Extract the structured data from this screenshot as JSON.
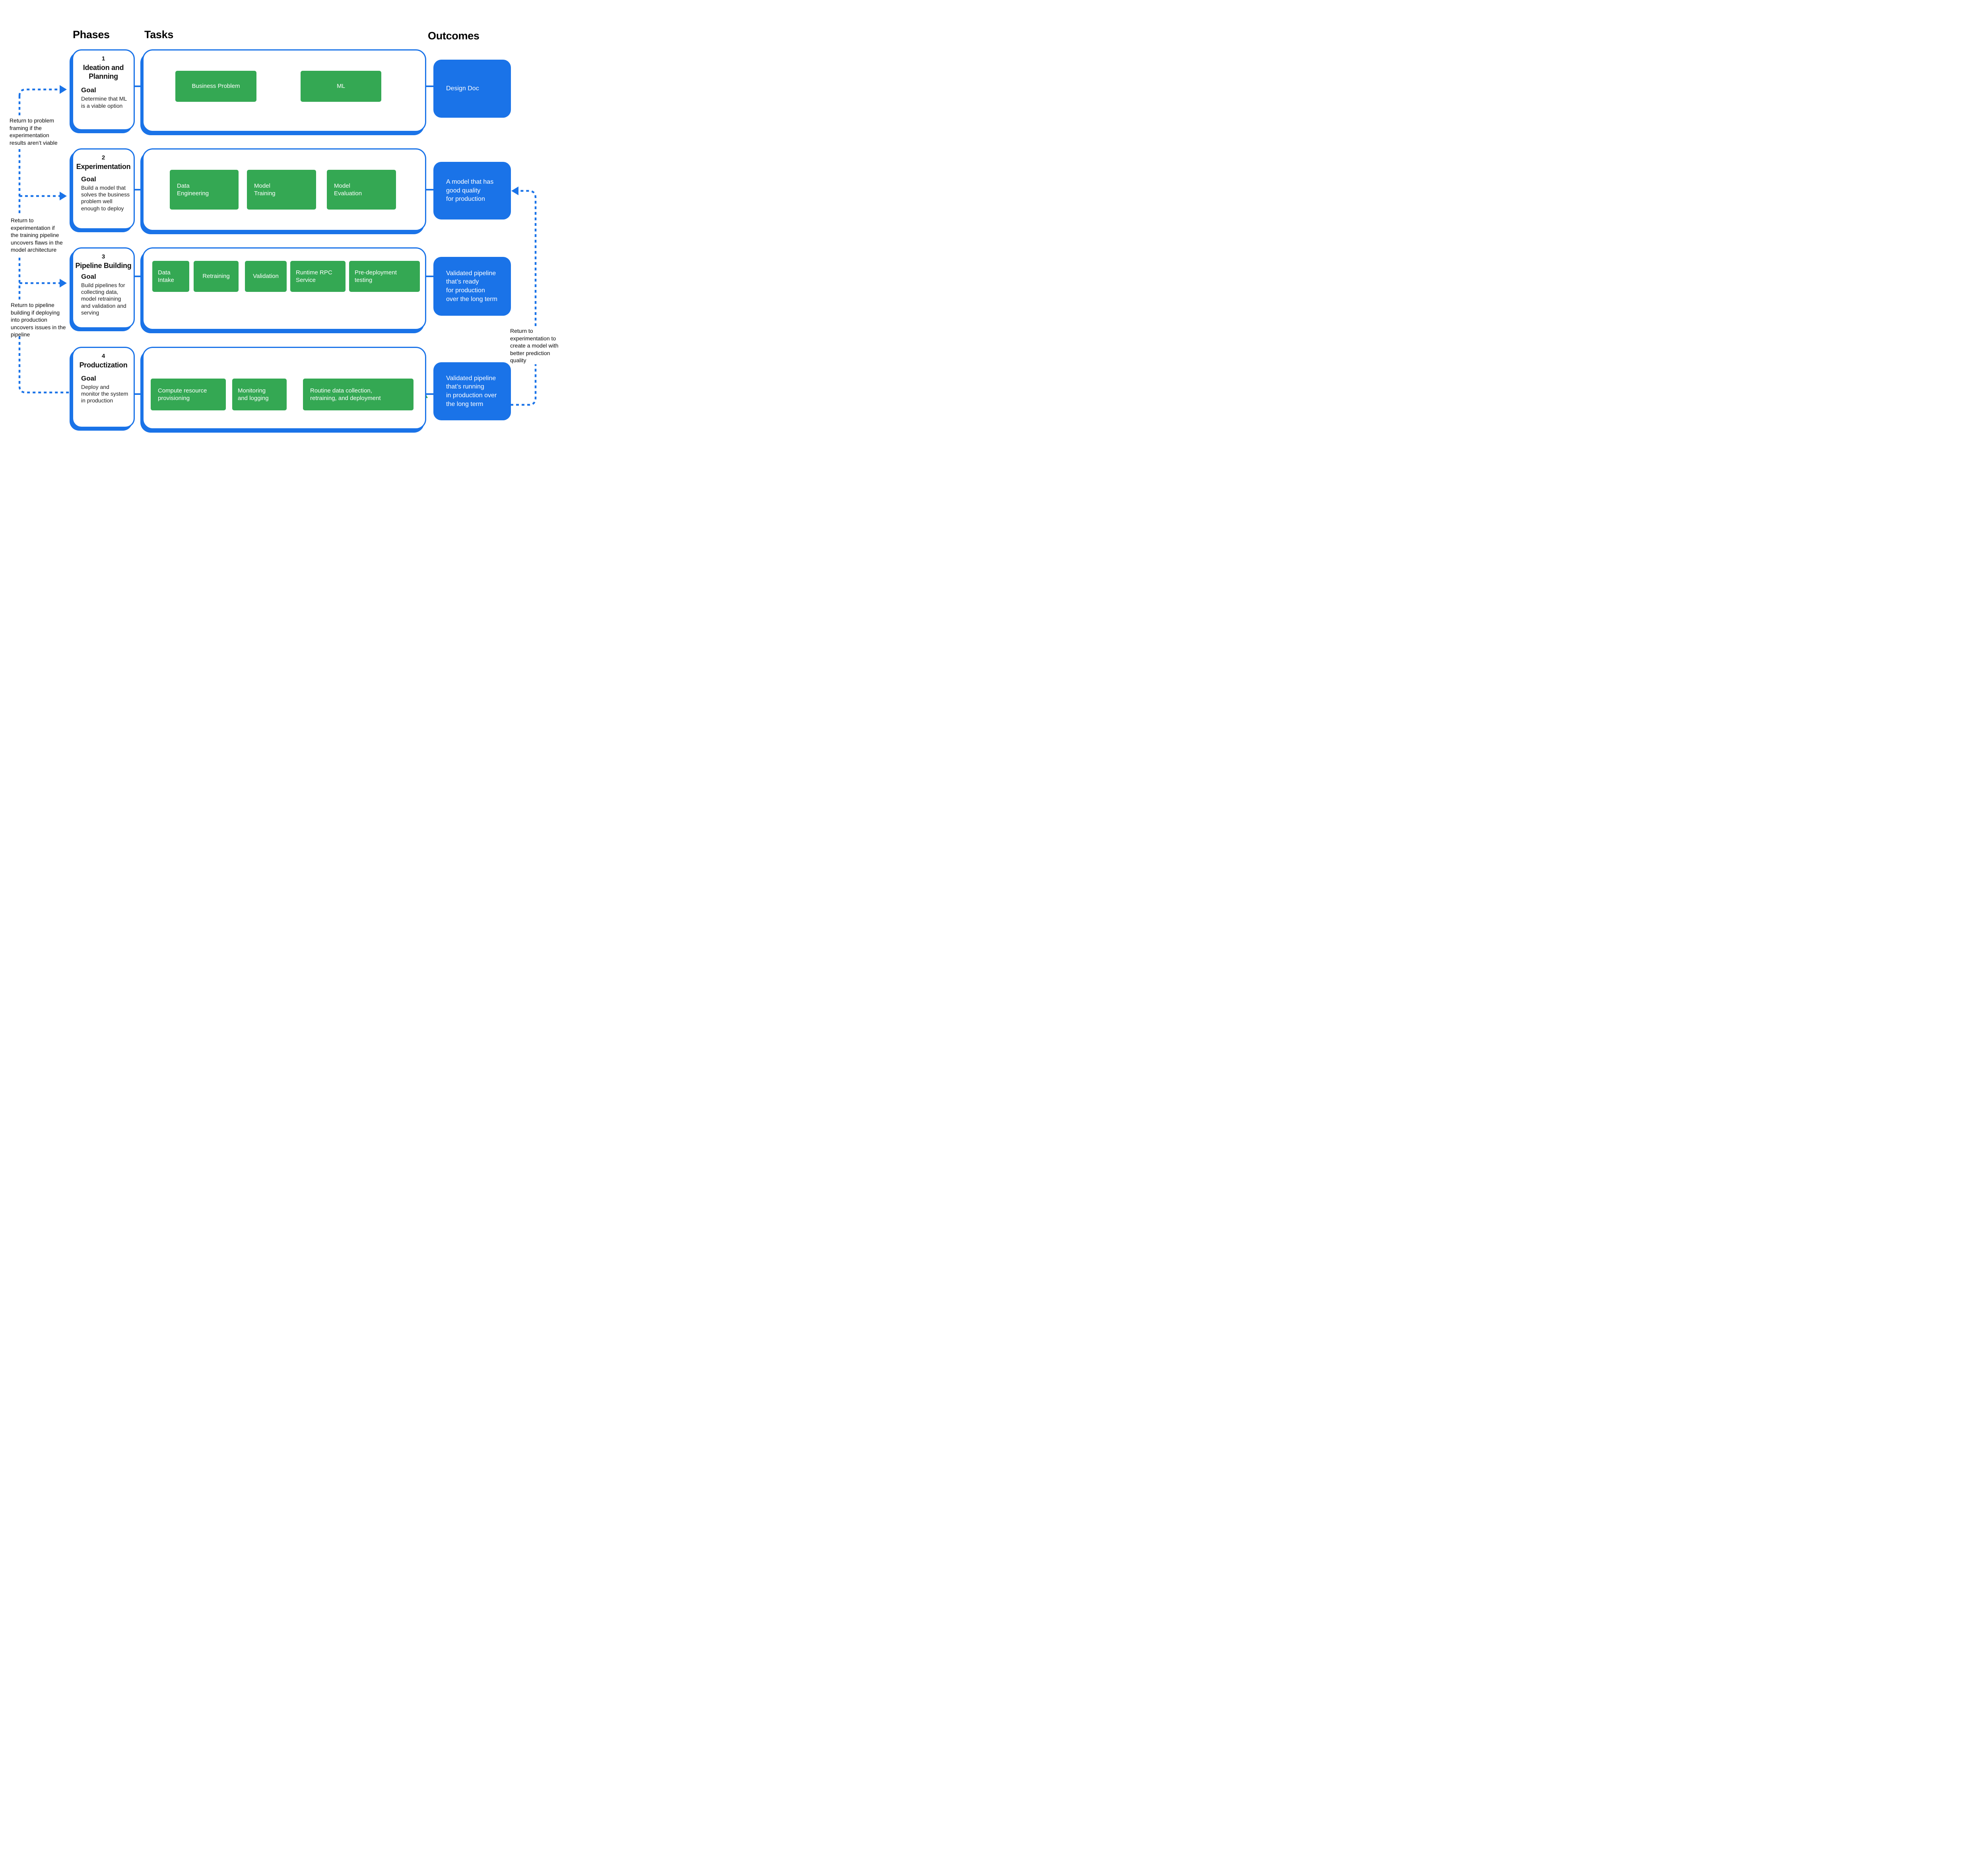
{
  "headers": {
    "phases": "Phases",
    "tasks": "Tasks",
    "outcomes": "Outcomes"
  },
  "colors": {
    "accent_blue": "#1a73e8",
    "accent_green": "#34a853",
    "text": "#111111",
    "background": "#ffffff"
  },
  "phases": [
    {
      "number": "1",
      "title": "Ideation and\nPlanning",
      "goal_label": "Goal",
      "goal": "Determine that ML\nis a viable option"
    },
    {
      "number": "2",
      "title": "Experimentation",
      "goal_label": "Goal",
      "goal": "Build a model that\nsolves the business\nproblem well\nenough to deploy"
    },
    {
      "number": "3",
      "title": "Pipeline Building",
      "goal_label": "Goal",
      "goal": "Build pipelines for\ncollecting data,\nmodel retraining\nand validation and\nserving"
    },
    {
      "number": "4",
      "title": "Productization",
      "goal_label": "Goal",
      "goal": "Deploy and\nmonitor the system\nin production"
    }
  ],
  "tasks": {
    "row1": [
      "Business Problem",
      "ML"
    ],
    "row2": [
      "Data\nEngineering",
      "Model\nTraining",
      "Model\nEvaluation"
    ],
    "row3": [
      "Data\nIntake",
      "Retraining",
      "Validation",
      "Runtime RPC\nService",
      "Pre-deployment\ntesting"
    ],
    "row4": [
      "Compute resource\nprovisioning",
      "Monitoring\nand logging",
      "Routine data collection,\nretraining, and deployment"
    ]
  },
  "outcomes": [
    "Design Doc",
    "A model that has\ngood quality\nfor production",
    "Validated pipeline\nthat’s ready\nfor production\nover the long term",
    "Validated pipeline\nthat’s running\nin production over\nthe long term"
  ],
  "annotations": {
    "left": [
      "Return to problem\nframing if the\nexperimentation\nresults aren’t viable",
      "Return to\nexperimentation if\nthe training pipeline\nuncovers flaws in the\nmodel architecture",
      "Return to pipeline\nbuilding if deploying\ninto production\nuncovers issues in the\npipeline"
    ],
    "right": [
      "Return to\nexperimentation to\ncreate a model with\nbetter prediction\nquality"
    ]
  }
}
